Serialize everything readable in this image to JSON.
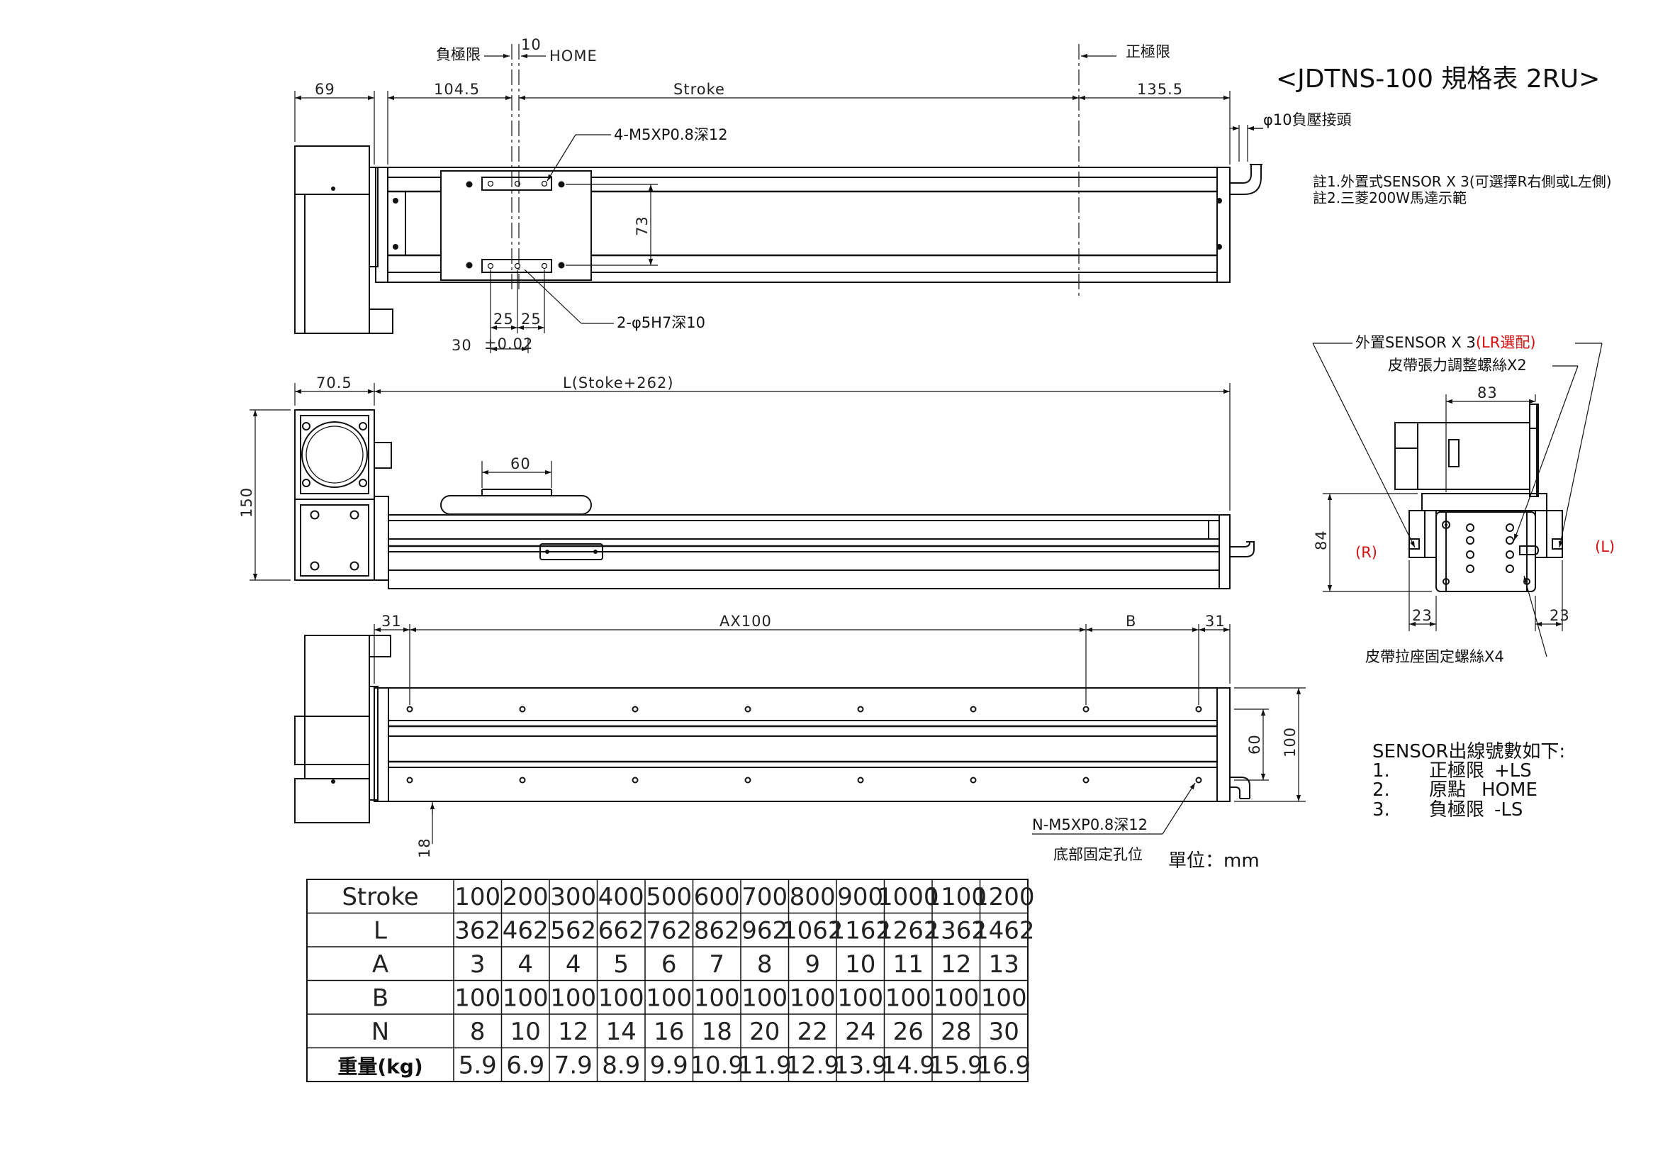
{
  "title": "<JDTNS-100 規格表 2RU>",
  "notes": [
    "註1.外置式SENSOR X 3(可選擇R右側或L左側)",
    "註2.三菱200W馬達示範"
  ],
  "top_view": {
    "neg_limit": "負極限",
    "home_offset": "10",
    "home": "HOME",
    "pos_limit": "正極限",
    "dim_motor": "69",
    "dim_left": "104.5",
    "dim_stroke": "Stroke",
    "dim_right": "135.5",
    "joint": "φ10負壓接頭",
    "tapped_holes": "4-M5XP0.8深12",
    "dim_73": "73",
    "dim_25a": "25",
    "dim_25b": "25",
    "dim_30": "30",
    "tolerance": "±0.02",
    "pin_holes": "2-φ5H7深10"
  },
  "side_view": {
    "dim_motor": "70.5",
    "dim_length": "L(Stoke+262)",
    "dim_60": "60",
    "dim_150": "150"
  },
  "bottom_view": {
    "dim_31a": "31",
    "dim_ax100": "AX100",
    "dim_b": "B",
    "dim_31b": "31",
    "dim_60": "60",
    "dim_100": "100",
    "dim_18": "18",
    "bottom_holes": "N-M5XP0.8深12",
    "bottom_caption": "底部固定孔位"
  },
  "end_view": {
    "sensor_label": "外置SENSOR X 3",
    "sensor_option": "(LR選配)",
    "belt_tension": "皮帶張力調整螺絲X2",
    "dim_83": "83",
    "dim_84": "84",
    "side_r": "(R)",
    "side_l": "(L)",
    "dim_23a": "23",
    "dim_23b": "23",
    "belt_seat": "皮帶拉座固定螺絲X4"
  },
  "sensor_legend": {
    "heading": "SENSOR出線號數如下:",
    "items": [
      {
        "no": "1.",
        "name": "正極限",
        "code": "+LS"
      },
      {
        "no": "2.",
        "name": "原點",
        "code": "HOME"
      },
      {
        "no": "3.",
        "name": "負極限",
        "code": "-LS"
      }
    ]
  },
  "unit": "單位：mm",
  "spec_table": {
    "rows": [
      {
        "label": "Stroke",
        "values": [
          "100",
          "200",
          "300",
          "400",
          "500",
          "600",
          "700",
          "800",
          "900",
          "1000",
          "1100",
          "1200"
        ]
      },
      {
        "label": "L",
        "values": [
          "362",
          "462",
          "562",
          "662",
          "762",
          "862",
          "962",
          "1062",
          "1162",
          "1262",
          "1362",
          "1462"
        ]
      },
      {
        "label": "A",
        "values": [
          "3",
          "4",
          "4",
          "5",
          "6",
          "7",
          "8",
          "9",
          "10",
          "11",
          "12",
          "13"
        ]
      },
      {
        "label": "B",
        "values": [
          "100",
          "100",
          "100",
          "100",
          "100",
          "100",
          "100",
          "100",
          "100",
          "100",
          "100",
          "100"
        ]
      },
      {
        "label": "N",
        "values": [
          "8",
          "10",
          "12",
          "14",
          "16",
          "18",
          "20",
          "22",
          "24",
          "26",
          "28",
          "30"
        ]
      },
      {
        "label": "重量(kg)",
        "values": [
          "5.9",
          "6.9",
          "7.9",
          "8.9",
          "9.9",
          "10.9",
          "11.9",
          "12.9",
          "13.9",
          "14.9",
          "15.9",
          "16.9"
        ]
      }
    ]
  }
}
